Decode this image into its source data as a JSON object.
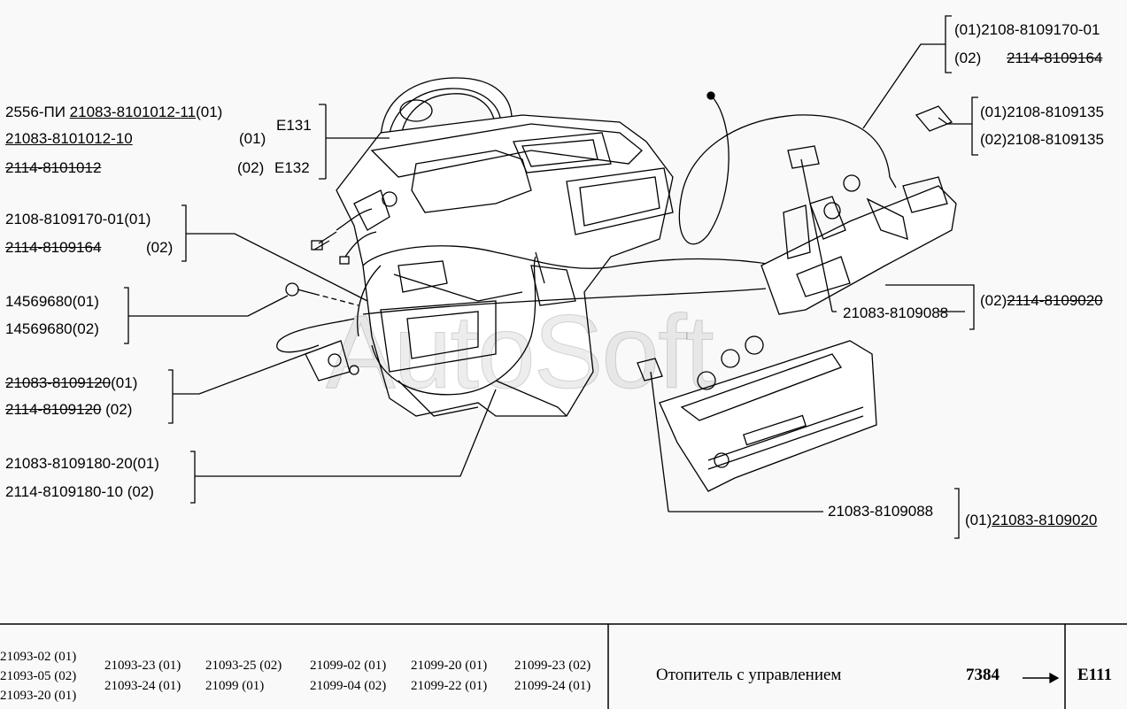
{
  "labels": {
    "l1a_prefix": "2556-ПИ",
    "l1a_part": "21083-8101012-11",
    "l1a_suffix": "(01)",
    "l1b_part": "21083-8101012-10",
    "l1b_suffix": "(01)",
    "l1c_part": "2114-8101012",
    "l1c_suffix": "(02)",
    "e131": "E131",
    "e132": "E132",
    "l2a": "2108-8109170-01(01)",
    "l2b_part": "2114-8109164",
    "l2b_suffix": "(02)",
    "l3a": "14569680(01)",
    "l3b": "14569680(02)",
    "l4a_part": "21083-8109120",
    "l4a_suffix": "(01)",
    "l4b_part": "2114-8109120",
    "l4b_suffix": "(02)",
    "l5a": "21083-8109180-20(01)",
    "l5b": "2114-8109180-10  (02)",
    "r1a": "(01)2108-8109170-01",
    "r1b_prefix": "(02)",
    "r1b_part": "2114-8109164",
    "r2a": "(01)2108-8109135",
    "r2b": "(02)2108-8109135",
    "r3_mid": "21083-8109088",
    "r3_prefix": "(02)",
    "r3_part": "2114-8109020",
    "r4_mid": "21083-8109088",
    "r4_prefix": "(01)",
    "r4_part": "21083-8109020"
  },
  "watermark": "AutoSoft",
  "footer": {
    "models": [
      [
        "21093-02 (01)",
        "21093-05 (02)",
        "21093-20 (01)"
      ],
      [
        "21093-23 (01)",
        "21093-24 (01)"
      ],
      [
        "21093-25 (02)",
        "21099 (01)"
      ],
      [
        "21099-02 (01)",
        "21099-04 (02)"
      ],
      [
        "21099-20 (01)",
        "21099-22 (01)"
      ],
      [
        "21099-23 (02)",
        "21099-24 (01)"
      ]
    ],
    "title": "Отопитель с управлением",
    "number": "7384",
    "code": "E111"
  }
}
